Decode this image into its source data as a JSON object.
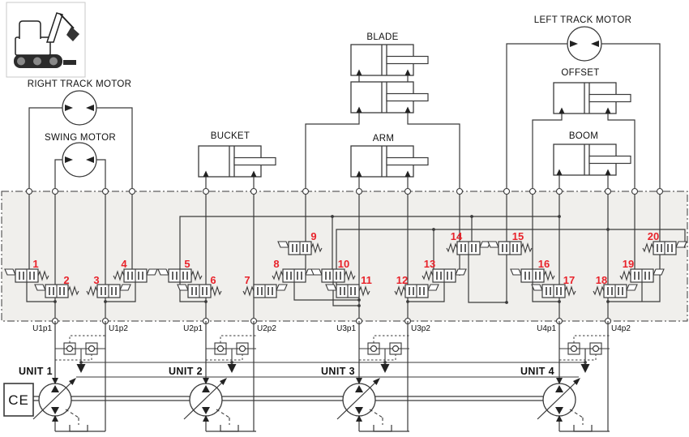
{
  "labels": {
    "right_track_motor": "RIGHT TRACK MOTOR",
    "swing_motor": "SWING MOTOR",
    "bucket": "BUCKET",
    "blade": "BLADE",
    "arm": "ARM",
    "left_track_motor": "LEFT TRACK MOTOR",
    "offset": "OFFSET",
    "boom": "BOOM"
  },
  "valve_numbers": {
    "v1": "1",
    "v2": "2",
    "v3": "3",
    "v4": "4",
    "v5": "5",
    "v6": "6",
    "v7": "7",
    "v8": "8",
    "v9": "9",
    "v10": "10",
    "v11": "11",
    "v12": "12",
    "v13": "13",
    "v14": "14",
    "v15": "15",
    "v16": "16",
    "v17": "17",
    "v18": "18",
    "v19": "19",
    "v20": "20"
  },
  "ports": {
    "u1p1": "U1p1",
    "u1p2": "U1p2",
    "u2p1": "U2p1",
    "u2p2": "U2p2",
    "u3p1": "U3p1",
    "u3p2": "U3p2",
    "u4p1": "U4p1",
    "u4p2": "U4p2"
  },
  "units": {
    "unit1": "UNIT 1",
    "unit2": "UNIT 2",
    "unit3": "UNIT 3",
    "unit4": "UNIT 4"
  },
  "controller": {
    "label": "CE"
  },
  "colors": {
    "valve_number_red": "#e8232b",
    "line": "#3a3a3a",
    "manifold_band_fill": "#f0efec"
  }
}
